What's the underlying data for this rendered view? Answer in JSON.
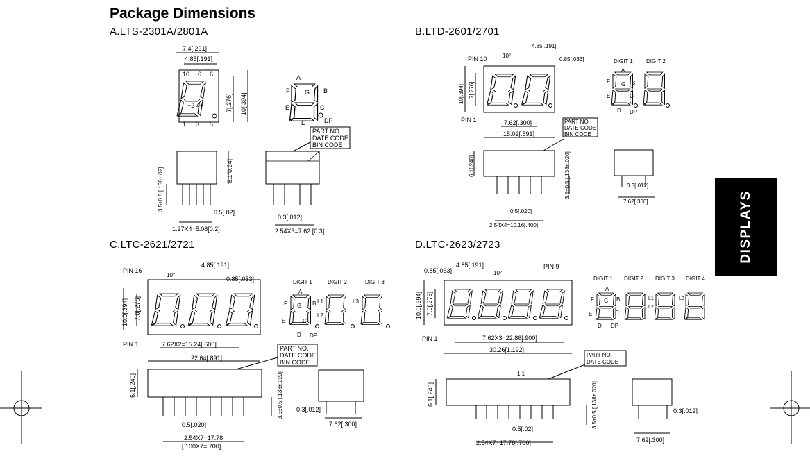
{
  "page_title": "Package Dimensions",
  "side_tab": "DISPLAYS",
  "sections": {
    "a": {
      "title": "A.LTS-2301A/2801A",
      "dims": {
        "width": "7.4[.291]",
        "seg_width": "4.85[.191]",
        "seg_height": "7[.276]",
        "height": "10[.394]",
        "side_height": "6.1[0.24]",
        "pin_len": "3.5±0.5 [.138±.02]",
        "pin_w": "0.5[.02]",
        "pin_pitch": "1.27X4=5.08[0.2]",
        "pin_t": "0.3[.012]",
        "row_pitch": "2.54X3=7.62 [0.3]"
      },
      "pins": {
        "top": [
          "10",
          "6",
          "6"
        ],
        "bottom": [
          "1",
          "3",
          "5"
        ],
        "center": "+2 4+"
      },
      "seg_labels": {
        "a": "A",
        "b": "B",
        "c": "C",
        "d": "D",
        "e": "E",
        "f": "F",
        "g": "G",
        "dp": "DP"
      },
      "label_box": [
        "PART NO.",
        "DATE CODE",
        "BIN CODE"
      ]
    },
    "b": {
      "title": "B.LTD-2601/2701",
      "dims": {
        "angle": "10°",
        "seg_width": "4.85[.191]",
        "seg_gap": "0.85[.033]",
        "height": "10[.394]",
        "seg_height": "7[.276]",
        "digit_pitch": "7.62[.300]",
        "width": "15.02[.591]",
        "side_height": "6.1[.240]",
        "pin_len": "3.5±0.5 [.138±.020]",
        "pin_w": "0.5[.020]",
        "pin_span": "2.54X4=10.16[.400]",
        "pin_t": "0.3[.012]",
        "row_pitch": "7.62[.300]"
      },
      "pins": {
        "first": "PIN 10",
        "last": "PIN 1"
      },
      "digits": [
        "DIGIT 1",
        "DIGIT 2"
      ],
      "seg_labels": {
        "a": "A",
        "b": "B",
        "c": "C",
        "d": "D",
        "e": "E",
        "f": "F",
        "g": "G",
        "dp": "DP"
      },
      "label_box": [
        "PART NO.",
        "DATE CODE",
        "BIN CODE"
      ]
    },
    "c": {
      "title": "C.LTC-2621/2721",
      "dims": {
        "angle": "10°",
        "seg_width": "4.85[.191]",
        "seg_gap": "0.85[.033]",
        "height": "10.0[.394]",
        "seg_height": "7.0[.276]",
        "digit_pitch": "7.62X2=15.24[.600]",
        "width": "22.64[.891]",
        "side_height": "6.1[.240]",
        "pin_len": "3.5±0.5 [.138±.020]",
        "pin_w": "0.5[.020]",
        "pin_span": "2.54X7=17.78",
        "pin_span_in": "[.100X7=.700]",
        "pin_t": "0.3[.012]",
        "row_pitch": "7.62[.300]"
      },
      "pins": {
        "first": "PIN 16",
        "last": "PIN 1"
      },
      "digits": [
        "DIGIT 1",
        "DIGIT 2",
        "DIGIT 3"
      ],
      "colon_labels": [
        "L1",
        "L2",
        "L3"
      ],
      "seg_labels": {
        "a": "A",
        "b": "B",
        "c": "C",
        "d": "D",
        "e": "E",
        "f": "F",
        "g": "G",
        "dp": "DP"
      },
      "label_box": [
        "PART NO.",
        "DATE CODE",
        "BIN CODE"
      ]
    },
    "d": {
      "title": "D.LTC-2623/2723",
      "dims": {
        "seg_gap": "0.85[.033]",
        "seg_width": "4.85[.191]",
        "angle": "10°",
        "height": "10.0[.394]",
        "seg_height": "7.0[.276]",
        "digit_pitch": "7.62X3=22.86[.900]",
        "width": "30.26[1.192]",
        "side_height": "6.1[.240]",
        "offset": "1.1",
        "pin_len": "3.5±0.5 [.138±.020]",
        "pin_w": "0.5[.02]",
        "pin_span": "2.54X7=17.78[.700]",
        "pin_t": "0.3[.012]",
        "row_pitch": "7.62[.300]"
      },
      "pins": {
        "first": "PIN 9",
        "last": "PIN 1"
      },
      "digits": [
        "DIGIT 1",
        "DIGIT 2",
        "DIGIT 3",
        "DIGIT 4"
      ],
      "colon_labels": [
        "L1",
        "L2",
        "L3"
      ],
      "seg_labels": {
        "a": "A",
        "b": "B",
        "c": "C",
        "d": "D",
        "e": "E",
        "f": "F",
        "g": "G",
        "dp": "DP"
      },
      "label_box": [
        "PART NO.",
        "DATE CODE"
      ]
    }
  }
}
